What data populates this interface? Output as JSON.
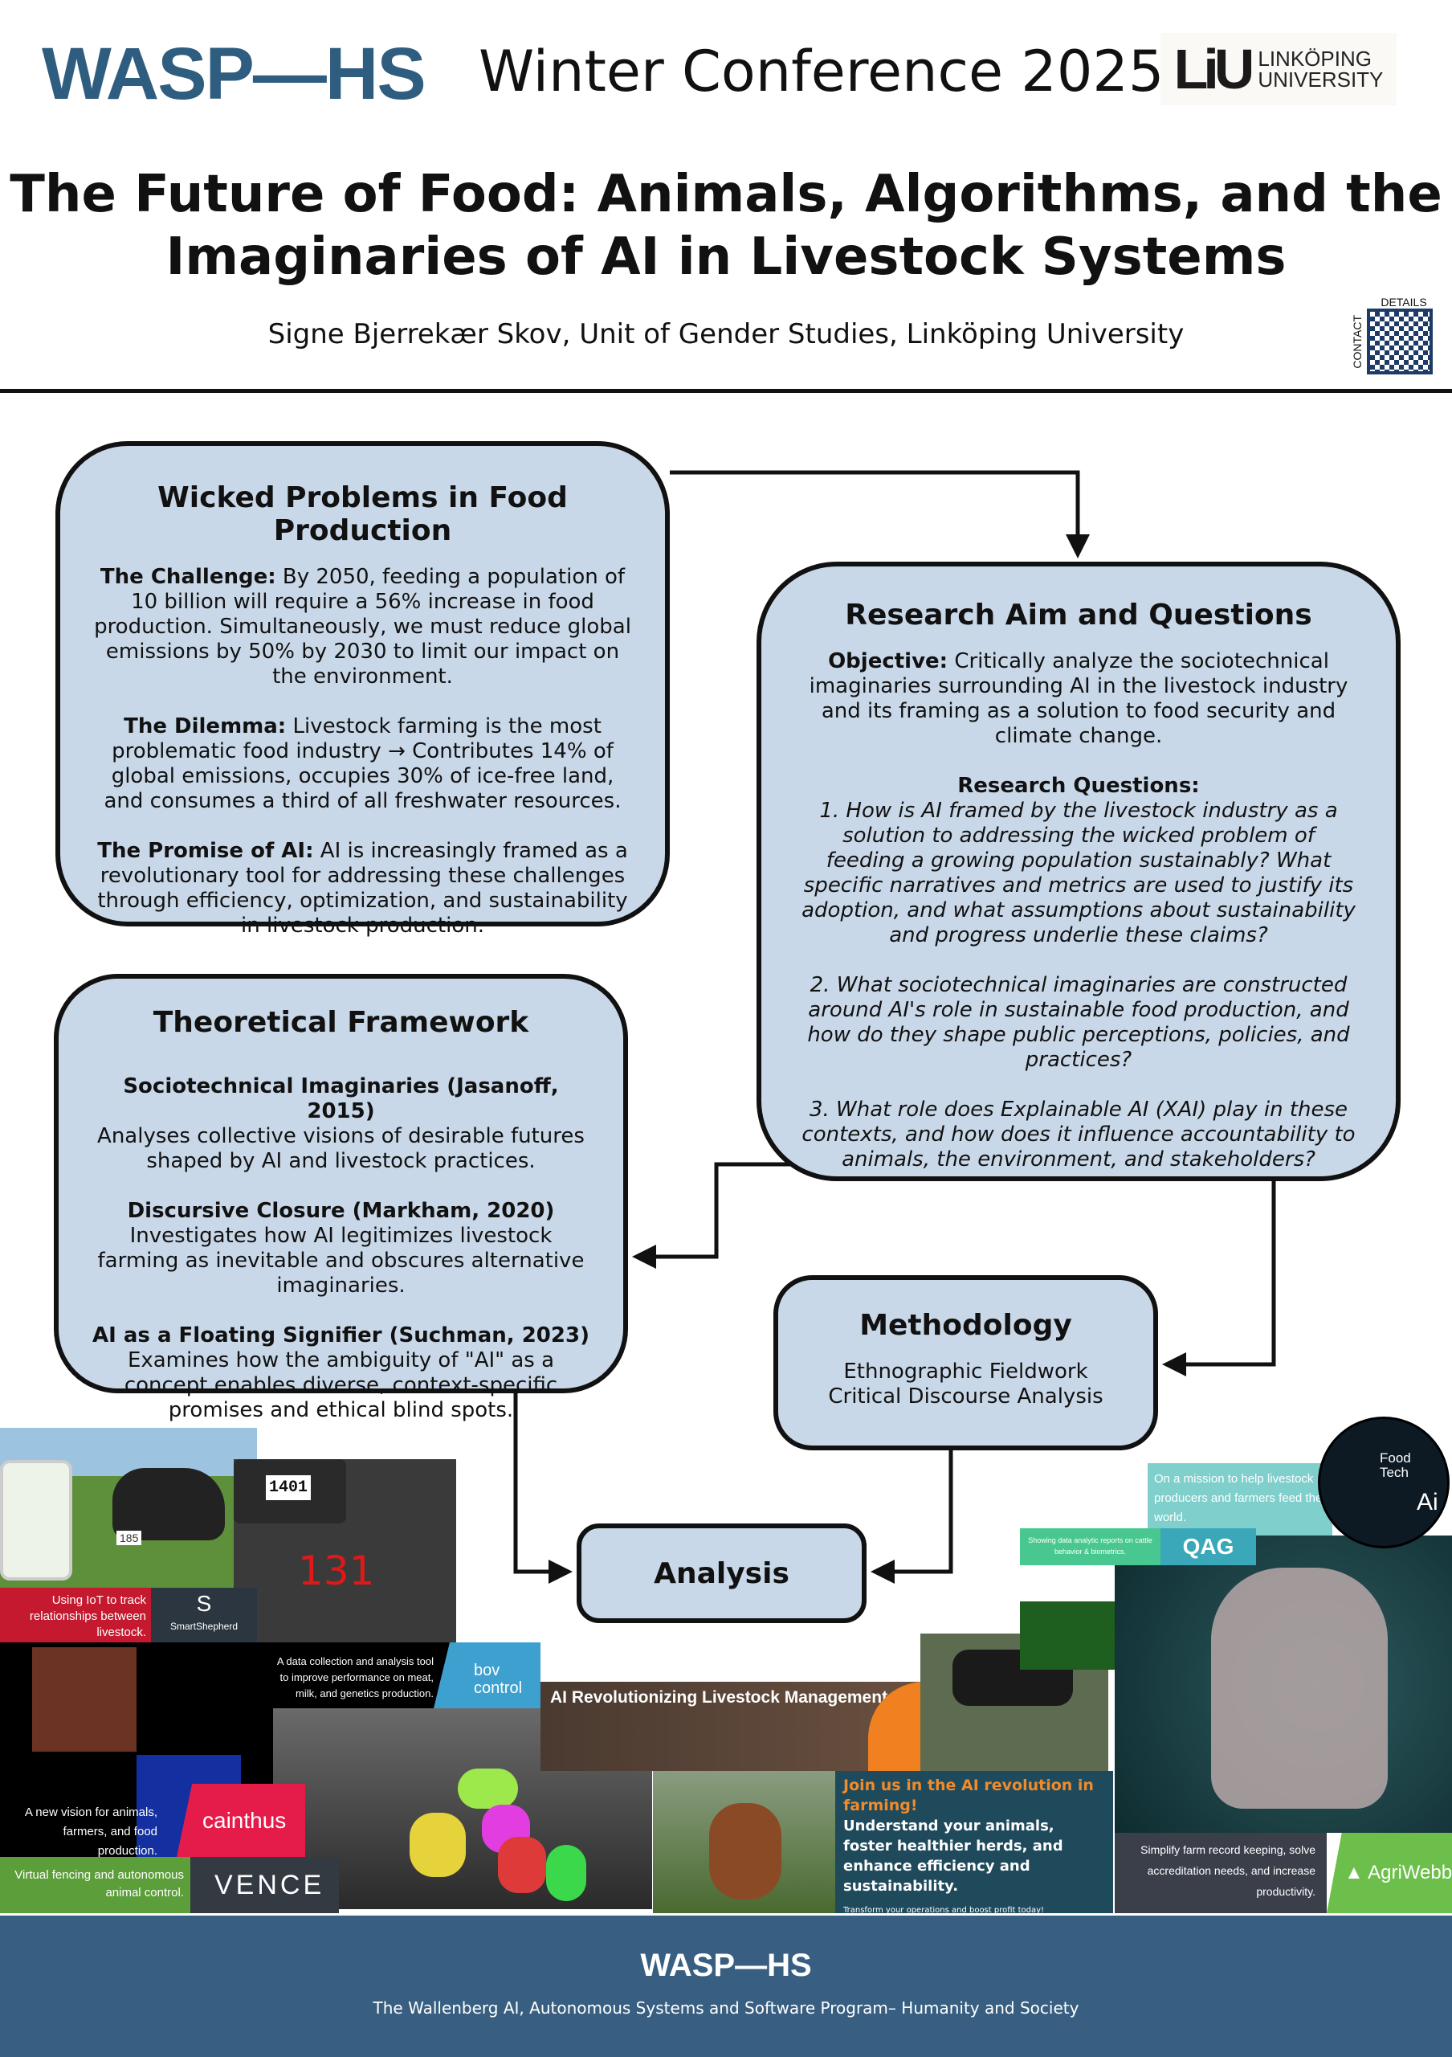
{
  "header": {
    "wasp_logo": "WASP—HS",
    "conference": "Winter Conference 2025",
    "liu_logo": {
      "mark": "LiU",
      "line1": "LINKÖPING",
      "line2": "UNIVERSITY"
    }
  },
  "title": {
    "line1": "The Future of Food: Animals, Algorithms, and the",
    "line2": "Imaginaries of AI in Livestock Systems"
  },
  "author": "Signe Bjerrekær Skov, Unit of Gender Studies, Linköping University",
  "qr": {
    "top_label": "DETAILS",
    "side_label": "CONTACT"
  },
  "wicked": {
    "heading": "Wicked Problems in Food Production",
    "p1_label": "The Challenge:",
    "p1": " By 2050, feeding a population of 10 billion will require a 56% increase in food production. Simultaneously, we must reduce global emissions by 50% by 2030 to limit our impact on the environment.",
    "p2_label": "The Dilemma:",
    "p2": " Livestock farming is the most problematic food industry → Contributes 14% of global emissions, occupies 30% of ice-free land, and consumes a third of all freshwater resources.",
    "p3_label": "The Promise of AI:",
    "p3": " AI is increasingly framed as a revolutionary tool for addressing these challenges through efficiency, optimization, and sustainability in livestock production."
  },
  "research": {
    "heading": "Research Aim and Questions",
    "objective_label": "Objective:",
    "objective": " Critically analyze the sociotechnical imaginaries surrounding AI in the livestock industry and its framing as a solution to food security and climate change.",
    "rq_heading": "Research Questions:",
    "questions": [
      "1.  How is AI framed by the livestock industry as a solution to addressing the wicked problem of feeding a growing population sustainably? What specific narratives and metrics are used to justify its adoption, and what assumptions about sustainability and progress underlie these claims?",
      "2.  What sociotechnical imaginaries are constructed around AI's role in sustainable food production, and how do they shape public perceptions, policies, and practices?",
      "3.  What role does Explainable AI (XAI) play in these contexts, and how does it influence accountability to animals, the environment, and stakeholders?"
    ]
  },
  "framework": {
    "heading": "Theoretical Framework",
    "items": [
      {
        "title": "Sociotechnical Imaginaries (Jasanoff, 2015)",
        "text": "Analyses collective visions of desirable futures shaped by AI and livestock practices."
      },
      {
        "title": "Discursive Closure (Markham, 2020)",
        "text": "Investigates how AI legitimizes livestock farming as inevitable and obscures alternative imaginaries."
      },
      {
        "title": "AI as a Floating Signifier (Suchman, 2023)",
        "text": "Examines how the ambiguity of \"AI\" as a concept enables diverse, context-specific promises and ethical blind spots."
      }
    ]
  },
  "methodology": {
    "heading": "Methodology",
    "items": [
      "Ethnographic Fieldwork",
      "Critical Discourse Analysis"
    ]
  },
  "analysis": {
    "heading": "Analysis"
  },
  "collage": {
    "smartshepherd": {
      "text": "Using IoT to track relationships between livestock.",
      "brand": "SmartShepherd",
      "tag": "185"
    },
    "counter": {
      "display": "1401",
      "count": "131"
    },
    "cainthus": {
      "text": "A new vision for animals, farmers, and food production.",
      "brand": "cainthus"
    },
    "bovcontrol": {
      "text": "A data collection and analysis tool to improve performance on meat, milk, and genetics production.",
      "brand": "bov control"
    },
    "vence": {
      "text": "Virtual fencing and autonomous animal control.",
      "brand": "VENCE"
    },
    "ai_rev": {
      "text": "AI Revolutionizing Livestock Management"
    },
    "join": {
      "headline": "Join us in the AI revolution in farming!",
      "sub": "Understand your animals, foster healthier herds, and enhance efficiency and sustainability.",
      "small": "Transform your operations and boost profit today!"
    },
    "qag": {
      "text": "Showing data analytic reports on cattle behavior & biometrics.",
      "brand": "QAG"
    },
    "mission": {
      "text": "On a mission to help livestock producers and farmers feed the world."
    },
    "foodtech": {
      "line1": "Food",
      "line2": "Tech",
      "ai": "Ai"
    },
    "agriwebb": {
      "text": "Simplify farm record keeping, solve accreditation needs, and increase productivity.",
      "brand": "AgriWebb"
    }
  },
  "footer": {
    "logo": "WASP—HS",
    "subtitle": "The Wallenberg AI, Autonomous Systems and Software Program– Humanity and Society"
  },
  "colors": {
    "box_fill": "#c9d8e8",
    "brand_blue": "#2f5d80",
    "footer": "#385f81"
  }
}
